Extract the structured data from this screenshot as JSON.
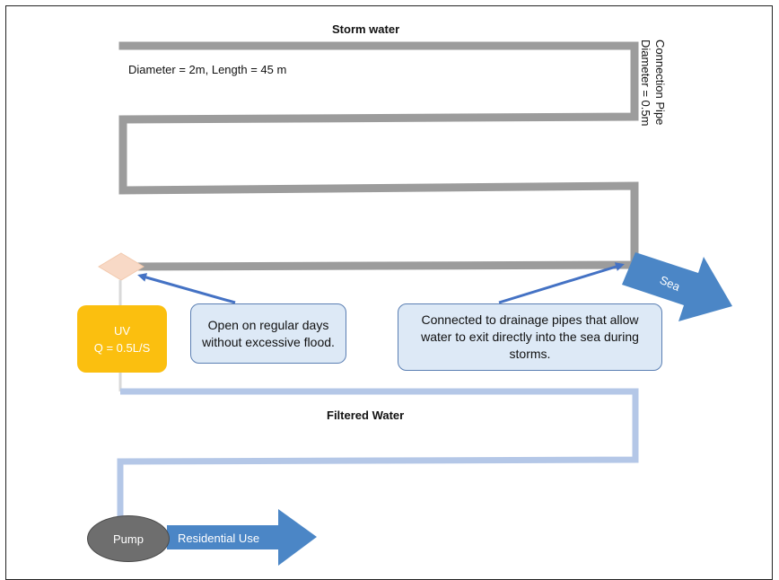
{
  "labels": {
    "storm_water": "Storm water",
    "pipe_spec": "Diameter = 2m, Length = 45 m",
    "connection_pipe_title": "Connection Pipe",
    "connection_pipe_diameter": "Diameter = 0.5m",
    "sea": "Sea",
    "filtered_water": "Filtered Water",
    "residential_use": "Residential Use"
  },
  "uv_box": {
    "title": "UV",
    "flow": "Q = 0.5L/S"
  },
  "pump": {
    "label": "Pump"
  },
  "callouts": {
    "regular_days": "Open on regular days without excessive flood.",
    "storms": "Connected to drainage pipes that allow water to exit directly into the sea during storms."
  },
  "colors": {
    "storm_pipe": "#9c9c9c",
    "filtered_pipe": "#b4c7e7",
    "arrow_blue": "#4b86c6",
    "pointer_blue": "#4472c4",
    "uv_fill": "#fbbf0f",
    "valve": "#f8d9c6",
    "callout_fill": "#dde9f6"
  }
}
